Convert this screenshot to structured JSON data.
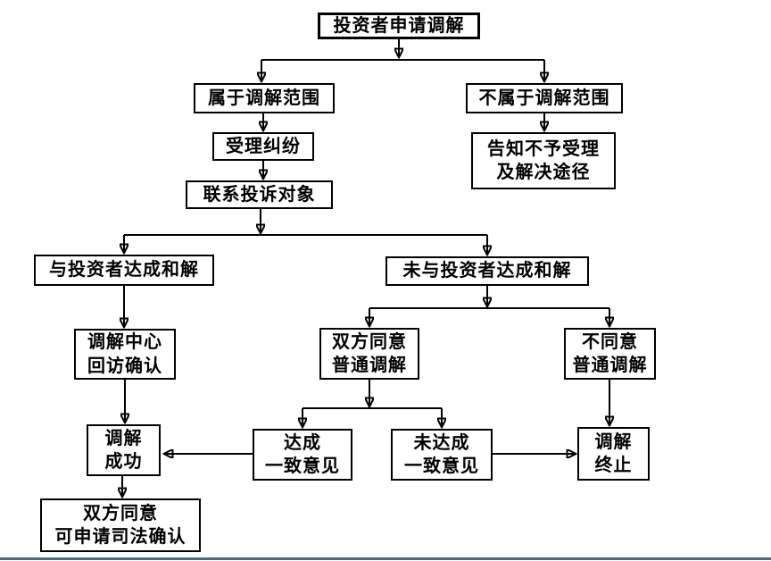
{
  "nodes": {
    "start": {
      "label": "投资者申请调解"
    },
    "in_scope": {
      "label": "属于调解范围"
    },
    "out_scope": {
      "label": "不属于调解范围"
    },
    "accept": {
      "label": "受理纠纷"
    },
    "inform": {
      "label": "告知不予受理\n及解决途径"
    },
    "contact": {
      "label": "联系投诉对象"
    },
    "settled": {
      "label": "与投资者达成和解"
    },
    "not_settled": {
      "label": "未与投资者达成和解"
    },
    "followup": {
      "label": "调解中心\n回访确认"
    },
    "both_agree": {
      "label": "双方同意\n普通调解"
    },
    "disagree": {
      "label": "不同意\n普通调解"
    },
    "success": {
      "label": "调解\n成功"
    },
    "agreement": {
      "label": "达成\n一致意见"
    },
    "no_agreement": {
      "label": "未达成\n一致意见"
    },
    "terminate": {
      "label": "调解\n终止"
    },
    "judicial": {
      "label": "双方同意\n可申请司法确认"
    }
  },
  "edges": [
    {
      "from": "start",
      "to": "in_scope"
    },
    {
      "from": "start",
      "to": "out_scope"
    },
    {
      "from": "in_scope",
      "to": "accept"
    },
    {
      "from": "out_scope",
      "to": "inform"
    },
    {
      "from": "accept",
      "to": "contact"
    },
    {
      "from": "contact",
      "to": "settled"
    },
    {
      "from": "contact",
      "to": "not_settled"
    },
    {
      "from": "settled",
      "to": "followup"
    },
    {
      "from": "not_settled",
      "to": "both_agree"
    },
    {
      "from": "not_settled",
      "to": "disagree"
    },
    {
      "from": "followup",
      "to": "success"
    },
    {
      "from": "both_agree",
      "to": "agreement"
    },
    {
      "from": "both_agree",
      "to": "no_agreement"
    },
    {
      "from": "disagree",
      "to": "terminate"
    },
    {
      "from": "agreement",
      "to": "success"
    },
    {
      "from": "no_agreement",
      "to": "terminate"
    },
    {
      "from": "success",
      "to": "judicial"
    }
  ],
  "colors": {
    "line": "#000000",
    "box_border": "#000000",
    "text": "#000000",
    "background": "#ffffff",
    "bottom_rule": "#4e6a7c"
  }
}
